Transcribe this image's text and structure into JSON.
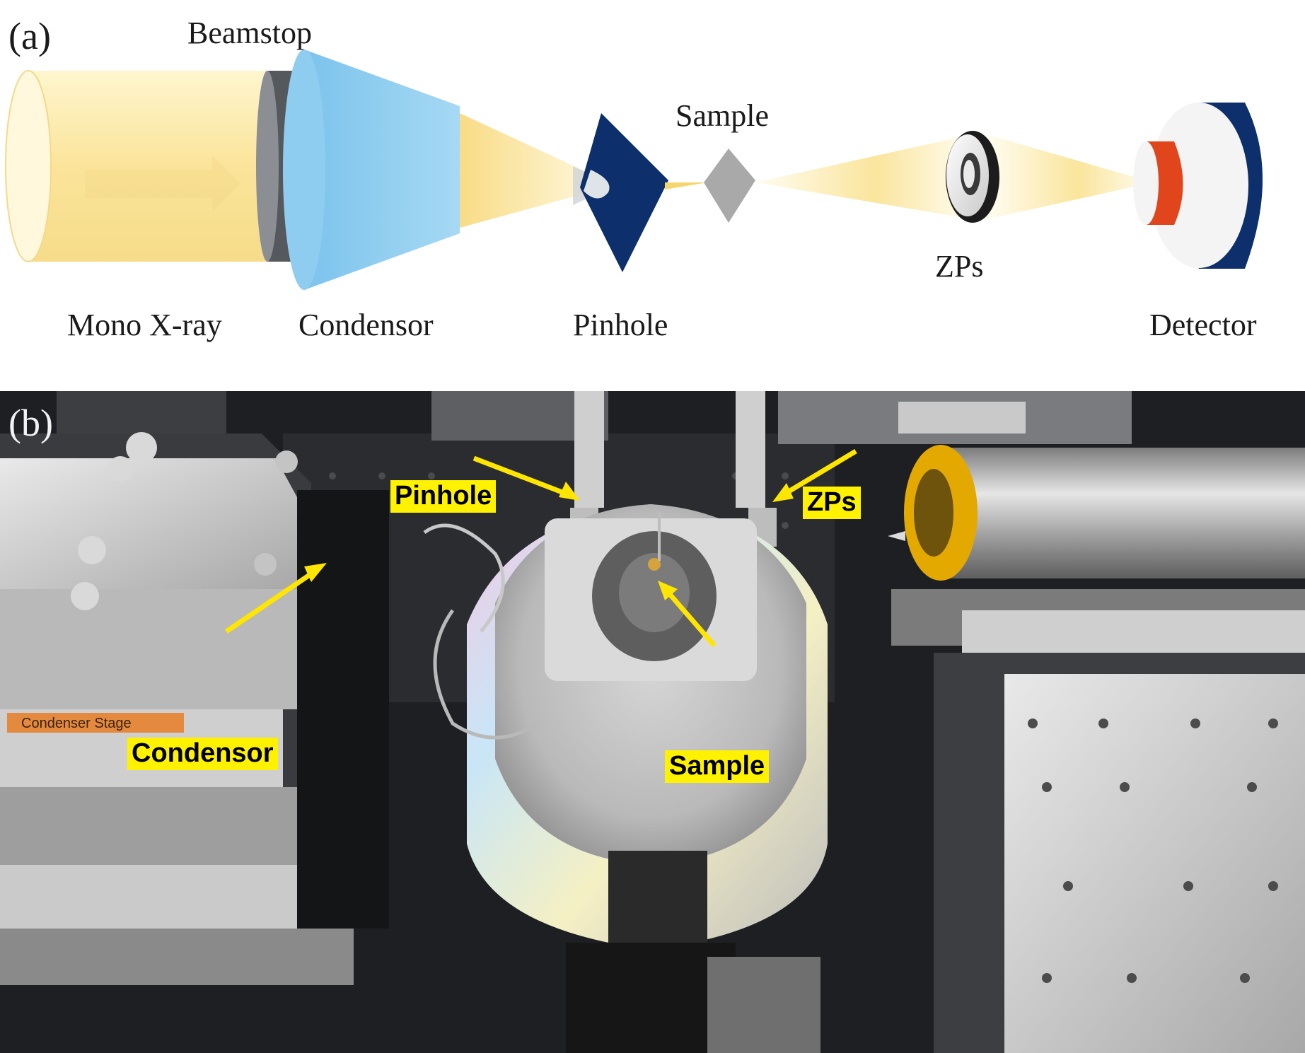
{
  "panel_a": {
    "tag": "(a)",
    "labels": {
      "beamstop": "Beamstop",
      "sample": "Sample",
      "zps": "ZPs",
      "mono_xray": "Mono X-ray",
      "condensor": "Condensor",
      "pinhole": "Pinhole",
      "detector": "Detector"
    },
    "colors": {
      "xray_beam": "#fbe9a6",
      "condensor": "#8fcdf0",
      "beamstop": "#55585d",
      "pinhole": "#0d2f6b",
      "sample": "#a9a9a9",
      "detector_shell": "#0d2f6b",
      "detector_chip": "#e0451b"
    }
  },
  "panel_b": {
    "tag": "(b)",
    "callouts": {
      "pinhole": "Pinhole",
      "zps": "ZPs",
      "condensor": "Condensor",
      "sample": "Sample"
    },
    "stage_label": "Condenser Stage",
    "colors": {
      "callout_bg": "#fff200",
      "arrow": "#ffe600"
    }
  }
}
